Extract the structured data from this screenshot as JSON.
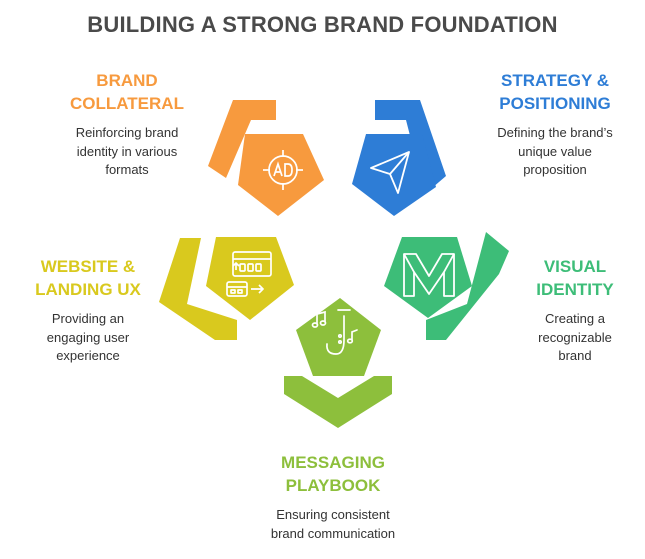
{
  "title": "BUILDING A STRONG BRAND FOUNDATION",
  "colors": {
    "orange": "#F79A3E",
    "blue": "#2E7DD6",
    "green": "#3DBD78",
    "lime": "#8DBF3C",
    "yellow": "#D9C91E",
    "title": "#4A4A4A"
  },
  "sections": {
    "brand_collateral": {
      "heading": [
        "BRAND",
        "COLLATERAL"
      ],
      "description": [
        "Reinforcing brand",
        "identity in various",
        "formats"
      ],
      "icon": "ad-target-icon"
    },
    "strategy": {
      "heading": [
        "STRATEGY &",
        "POSITIONING"
      ],
      "description": [
        "Defining the brand’s",
        "unique value",
        "proposition"
      ],
      "icon": "navigation-arrow-icon"
    },
    "visual_identity": {
      "heading": [
        "VISUAL",
        "IDENTITY"
      ],
      "description": [
        "Creating a",
        "recognizable",
        "brand"
      ],
      "icon": "logo-m-icon"
    },
    "messaging": {
      "heading": [
        "MESSAGING",
        "PLAYBOOK"
      ],
      "description": [
        "Ensuring consistent",
        "brand communication"
      ],
      "icon": "saxophone-music-icon"
    },
    "website": {
      "heading": [
        "WEBSITE &",
        "LANDING UX"
      ],
      "description": [
        "Providing an",
        "engaging user",
        "experience"
      ],
      "icon": "browser-window-icon"
    }
  }
}
